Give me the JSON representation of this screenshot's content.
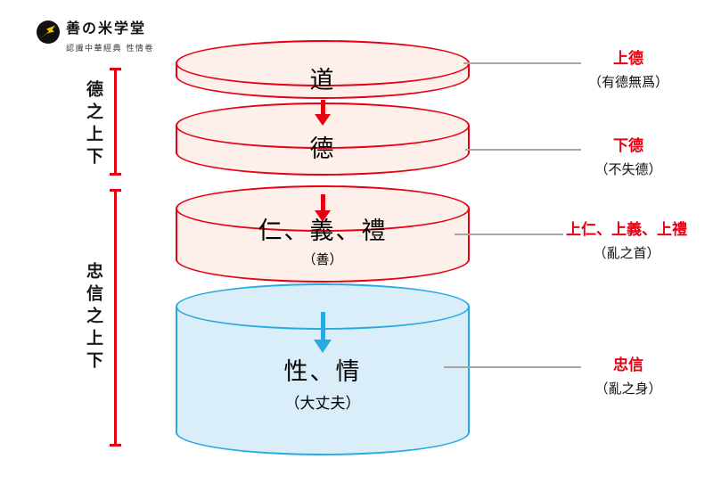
{
  "logo": {
    "title": "善の米学堂",
    "subtitle": "認識中華經典 性情卷"
  },
  "brackets": [
    {
      "label": "德之上下"
    },
    {
      "label": "忠信之上下"
    }
  ],
  "cylinders": [
    {
      "label": "道",
      "sublabel": ""
    },
    {
      "label": "德",
      "sublabel": ""
    },
    {
      "label": "仁、義、禮",
      "sublabel": "（善）"
    },
    {
      "label": "性、情",
      "sublabel": "（大丈夫）"
    }
  ],
  "annotations": [
    {
      "term": "上德",
      "note": "（有德無爲）"
    },
    {
      "term": "下德",
      "note": "（不失德）"
    },
    {
      "term": "上仁、上義、上禮",
      "note": "（亂之首）"
    },
    {
      "term": "忠信",
      "note": "（亂之身）"
    }
  ],
  "colors": {
    "red": "#e60012",
    "blue": "#29abe2",
    "redfill": "#fdefe9",
    "bluefill": "#d9eef8",
    "logoYellow": "#f5c400",
    "logoBlack": "#111111"
  }
}
